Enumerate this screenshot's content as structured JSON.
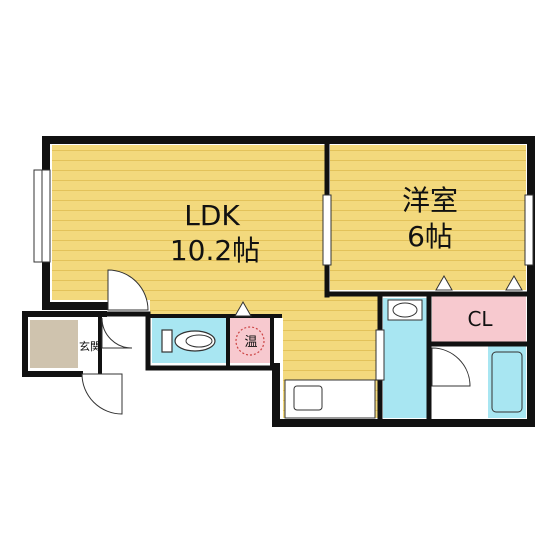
{
  "rooms": {
    "ldk": {
      "name": "LDK",
      "size": "10.2帖"
    },
    "western": {
      "name": "洋室",
      "size": "6帖"
    },
    "closet": {
      "name": "CL"
    },
    "genkan": {
      "name": "玄関"
    },
    "water_heater": {
      "name": "温"
    }
  },
  "colors": {
    "floor_wood": "#f3d97d",
    "floor_stripe": "#e6c660",
    "water_area": "#a8e6f2",
    "closet": "#f7c9cf",
    "entrance": "#cfc3ae",
    "heater": "#f7c9cf",
    "wall": "#111111"
  }
}
